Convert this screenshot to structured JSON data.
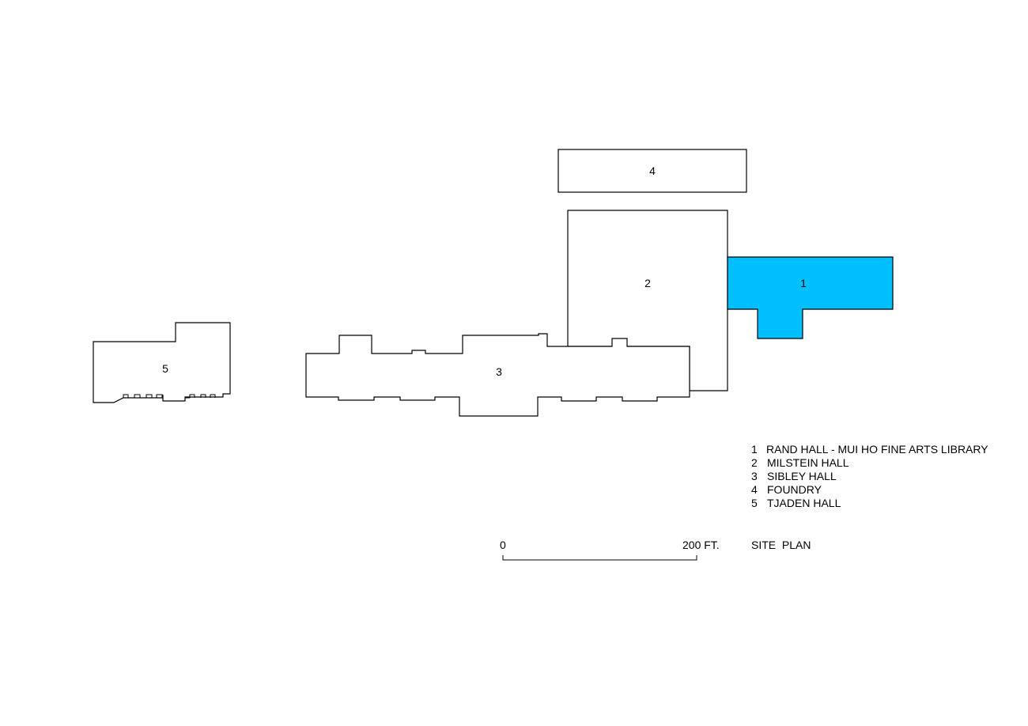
{
  "buildings": [
    {
      "number": "1",
      "name": "RAND HALL - MUI HO FINE ARTS LIBRARY",
      "highlighted": true
    },
    {
      "number": "2",
      "name": "MILSTEIN HALL",
      "highlighted": false
    },
    {
      "number": "3",
      "name": "SIBLEY HALL",
      "highlighted": false
    },
    {
      "number": "4",
      "name": "FOUNDRY",
      "highlighted": false
    },
    {
      "number": "5",
      "name": "TJADEN HALL",
      "highlighted": false
    }
  ],
  "scale": {
    "start_label": "0",
    "end_label": "200 FT."
  },
  "plan_title": "SITE  PLAN",
  "colors": {
    "highlight": "#00bfff",
    "outline": "#000000",
    "background": "#ffffff"
  }
}
